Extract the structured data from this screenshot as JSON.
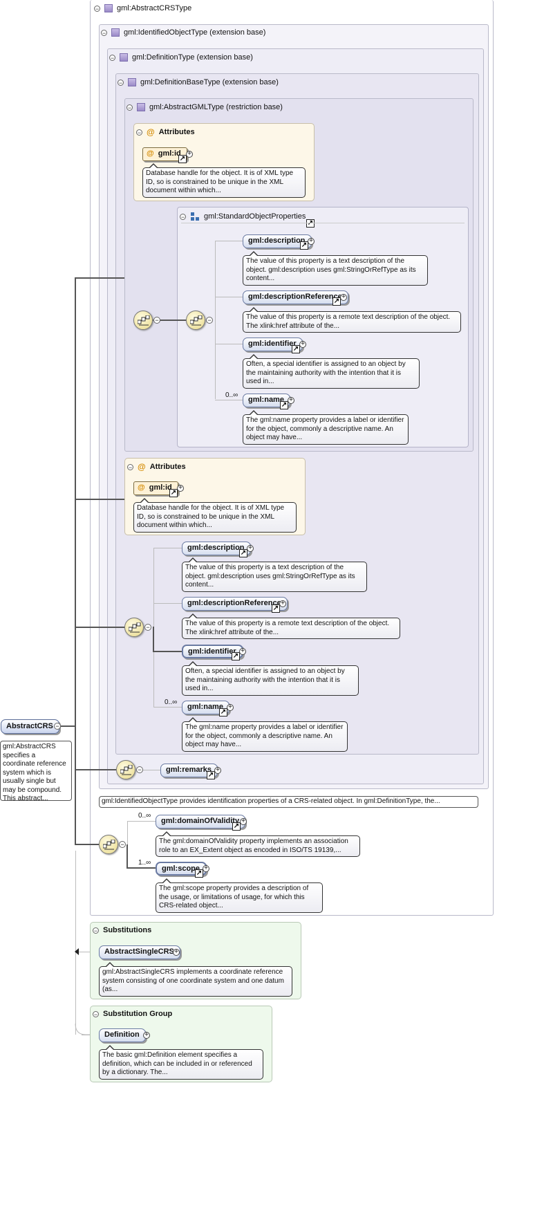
{
  "complex_type": {
    "title": "gml:AbstractCRSType",
    "identified": "gml:IdentifiedObjectType (extension base)",
    "definition": "gml:DefinitionType (extension base)",
    "definition_base": "gml:DefinitionBaseType (extension base)",
    "abstract_gml": "gml:AbstractGMLType (restriction base)",
    "identified_doc": "gml:IdentifiedObjectType provides identification properties of a CRS-related object. In gml:DefinitionType, the..."
  },
  "attributes": {
    "title": "Attributes",
    "id_label": "gml:id",
    "id_doc": "Database handle for the object. It is of XML type ID, so is constrained to be unique in the XML document within which..."
  },
  "standard_props": {
    "title": "gml:StandardObjectProperties",
    "description": "gml:description",
    "description_doc": "The value of this property is a text description of the object. gml:description uses gml:StringOrRefType as its content...",
    "description_ref": "gml:descriptionReference",
    "description_ref_doc": "The value of this property is a remote text description of the object. The xlink:href attribute of the...",
    "identifier": "gml:identifier",
    "identifier_doc": "Often, a special identifier is assigned to an object by the maintaining authority with the intention that it is used in...",
    "name": "gml:name",
    "name_occurs": "0..∞",
    "name_doc": "The gml:name property provides a label or identifier for the object, commonly a descriptive name. An object may have..."
  },
  "remarks": "gml:remarks",
  "domain_of_validity": {
    "label": "gml:domainOfValidity",
    "occurs": "0..∞",
    "doc": "The gml:domainOfValidity property implements an association role to an EX_Extent object as encoded in ISO/TS 19139,..."
  },
  "scope": {
    "label": "gml:scope",
    "occurs": "1..∞",
    "doc": "The gml:scope property provides a description of the usage, or limitations of usage, for which this CRS-related object..."
  },
  "root": {
    "label": "AbstractCRS",
    "doc": "gml:AbstractCRS specifies a coordinate reference system which is usually single but may be compound. This abstract..."
  },
  "substitutions": {
    "title": "Substitutions",
    "item": "AbstractSingleCRS",
    "item_doc": "gml:AbstractSingleCRS implements a coordinate reference system consisting of one coordinate system and one datum (as..."
  },
  "substitution_group": {
    "title": "Substitution Group",
    "item": "Definition",
    "item_doc": "The basic gml:Definition element specifies a definition, which can be included in or referenced by a dictionary. The..."
  },
  "icons": {
    "collapse": "minus-circle-icon",
    "expand": "plus-circle-icon",
    "link": "external-link-icon",
    "sequence": "sequence-compositor-icon",
    "complex_type": "complex-type-icon",
    "attribute": "attribute-at-icon",
    "group": "group-icon"
  }
}
